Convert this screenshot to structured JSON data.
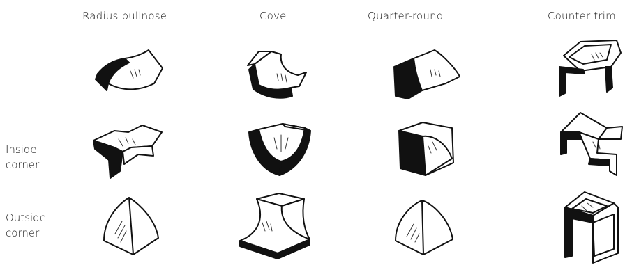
{
  "columns": [
    {
      "label": "Radius bullnose"
    },
    {
      "label": "Cove"
    },
    {
      "label": "Quarter-round"
    },
    {
      "label": "Counter trim"
    }
  ],
  "rows": [
    {
      "label_lines": [
        "",
        ""
      ]
    },
    {
      "label_lines": [
        "Inside",
        "corner"
      ]
    },
    {
      "label_lines": [
        "Outside",
        "corner"
      ]
    }
  ],
  "tiles": [
    {
      "icon": "radius-bullnose-icon"
    },
    {
      "icon": "cove-icon"
    },
    {
      "icon": "quarter-round-icon"
    },
    {
      "icon": "counter-trim-icon"
    },
    {
      "icon": "radius-bullnose-inside-corner-icon"
    },
    {
      "icon": "cove-inside-corner-icon"
    },
    {
      "icon": "quarter-round-inside-corner-icon"
    },
    {
      "icon": "counter-trim-inside-corner-icon"
    },
    {
      "icon": "radius-bullnose-outside-corner-icon"
    },
    {
      "icon": "cove-outside-corner-icon"
    },
    {
      "icon": "quarter-round-outside-corner-icon"
    },
    {
      "icon": "counter-trim-outside-corner-icon"
    }
  ]
}
